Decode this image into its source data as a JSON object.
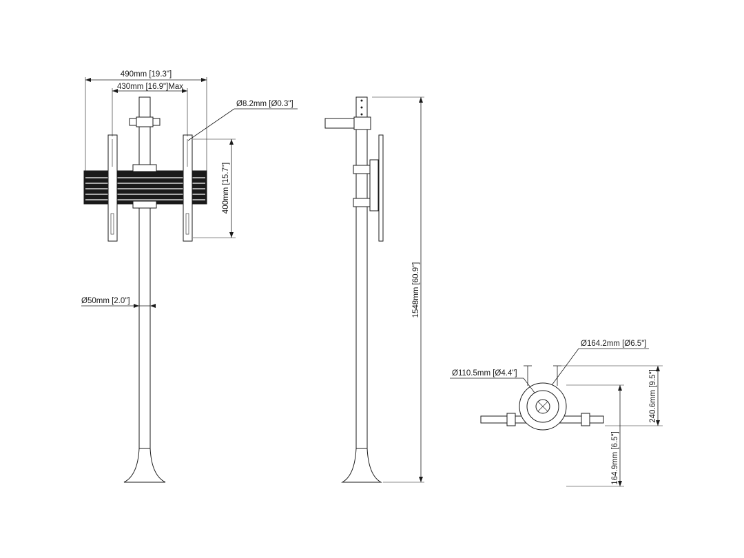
{
  "dimensions": {
    "overall_width": "490mm [19.3\"]",
    "vesa_width": "430mm [16.9\"]Max",
    "hole_diameter": "Ø8.2mm [Ø0.3\"]",
    "vesa_height": "400mm [15.7\"]",
    "pole_diameter": "Ø50mm [2.0\"]",
    "total_height": "1548mm [60.9\"]",
    "outer_diameter": "Ø164.2mm [Ø6.5\"]",
    "inner_diameter": "Ø110.5mm [Ø4.4\"]",
    "depth": "240.6mm [9.5\"]",
    "base_depth": "164.9mm [6.5\"]"
  },
  "colors": {
    "line": "#1a1a1a",
    "background": "#ffffff"
  }
}
